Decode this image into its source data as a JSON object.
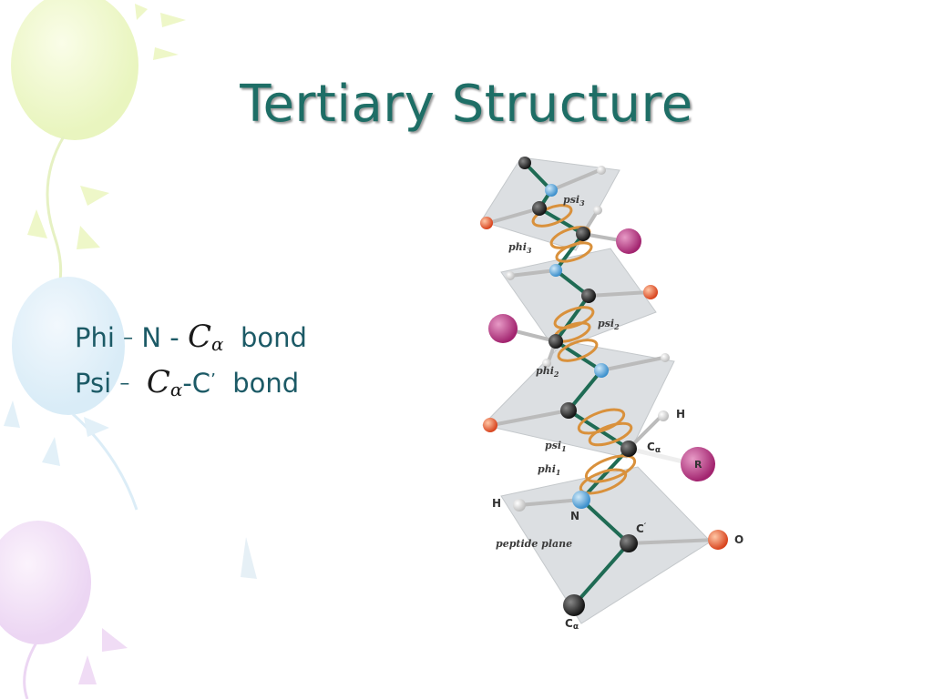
{
  "slide": {
    "title": "Tertiary Structure",
    "phi_line": {
      "label": "Phi",
      "dash": "–",
      "atom_n": "N -",
      "calpha": "C",
      "calpha_sub": "α",
      "suffix": "bond"
    },
    "psi_line": {
      "label": "Psi",
      "dash": "–",
      "calpha": "C",
      "calpha_sub": "α",
      "mid": "-C",
      "prime": "’",
      "suffix": "bond"
    }
  },
  "diagram": {
    "labels": {
      "psi3": "psi",
      "psi3_sub": "3",
      "phi3": "phi",
      "phi3_sub": "3",
      "psi2": "psi",
      "psi2_sub": "2",
      "phi2": "phi",
      "phi2_sub": "2",
      "psi1": "psi",
      "psi1_sub": "1",
      "phi1": "phi",
      "phi1_sub": "1",
      "h_top": "H",
      "calpha": "C",
      "calpha_sub": "α",
      "r": "R",
      "h_left": "H",
      "n": "N",
      "cprime": "C",
      "cprime_mark": "′",
      "o": "O",
      "peptide_plane": "peptide plane",
      "calpha_bottom": "C",
      "calpha_bottom_sub": "α"
    }
  },
  "colors": {
    "title": "#1e6e66",
    "body_text": "#1c5a66",
    "plane_fill": "#d9dcdf",
    "bond": "#1f6b54",
    "ring": "#d9913c",
    "carbon": "#2a2a2a",
    "nitrogen": "#4aa0d8",
    "oxygen": "#e8552a",
    "r_group": "#b0357f",
    "hydrogen": "#f0f0f0"
  }
}
